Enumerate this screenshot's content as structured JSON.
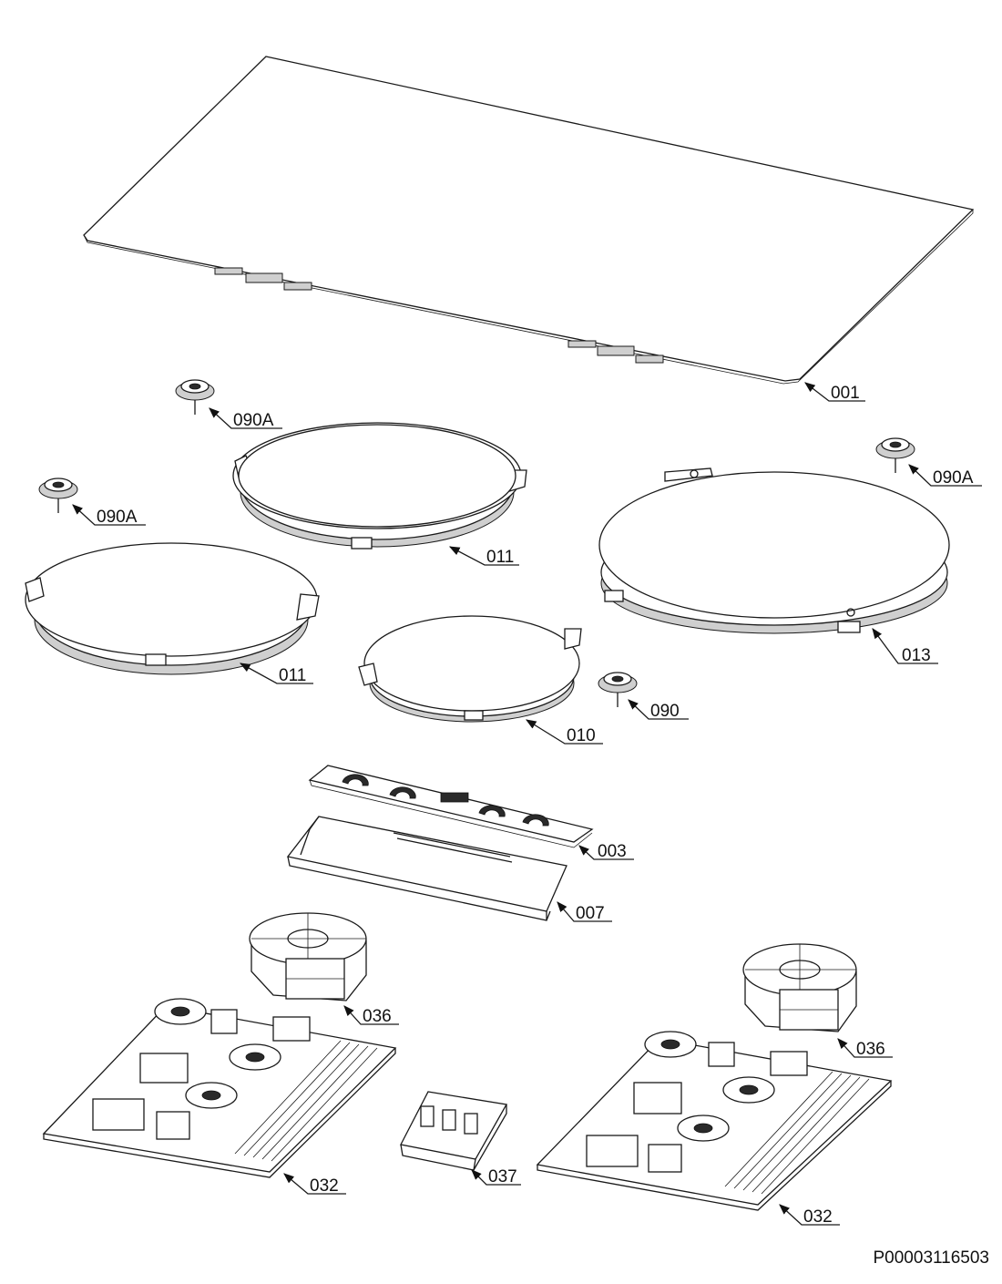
{
  "labels": {
    "p001": "001",
    "p090a_1": "090A",
    "p090a_2": "090A",
    "p090a_3": "090A",
    "p090": "090",
    "p011_1": "011",
    "p011_2": "011",
    "p013": "013",
    "p010": "010",
    "p003": "003",
    "p007": "007",
    "p036_1": "036",
    "p036_2": "036",
    "p032_1": "032",
    "p032_2": "032",
    "p037": "037"
  },
  "document_id": "P00003116503"
}
